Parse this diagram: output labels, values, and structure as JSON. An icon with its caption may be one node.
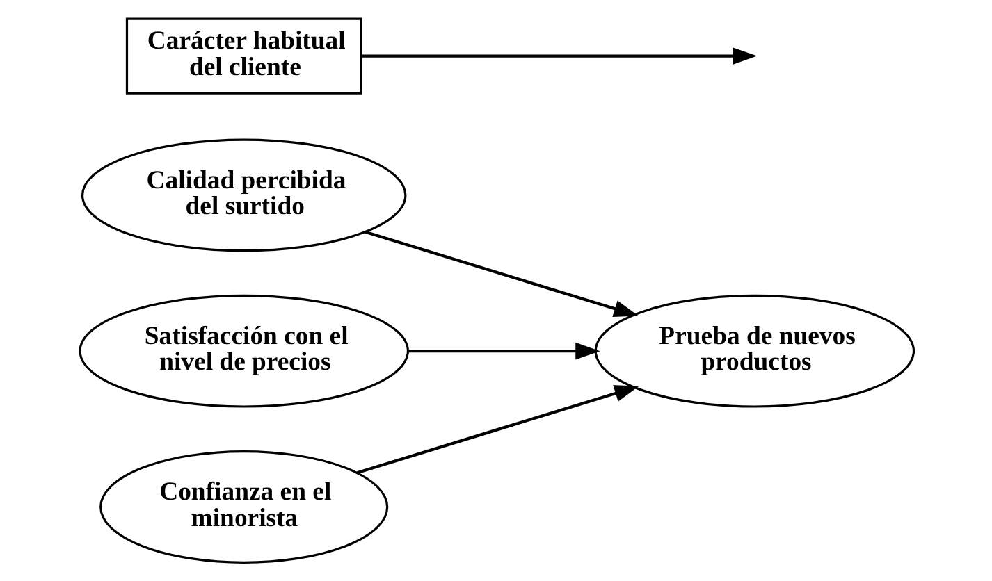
{
  "diagram": {
    "nodes": [
      {
        "text": [
          "Calidad percibida del surtido"
        ]
      },
      {
        "text": [
          "Satisfacción con el nivel de precios"
        ]
      },
      {
        "text": [
          "Confianza en el minorista"
        ]
      },
      {
        "text": [
          "Prueba de nuevos productos"
        ]
      },
      {
        "text": [
          "Carácter habitual del cliente"
        ]
      }
    ],
    "edges": [
      {
        "from": 0,
        "to": 3,
        "arrow": "to"
      },
      {
        "from": 1,
        "to": 3,
        "arrow": "to"
      },
      {
        "from": 2,
        "to": 3,
        "arrow": "to"
      },
      {
        "from": 4,
        "to": null,
        "arrow": "to"
      }
    ]
  }
}
